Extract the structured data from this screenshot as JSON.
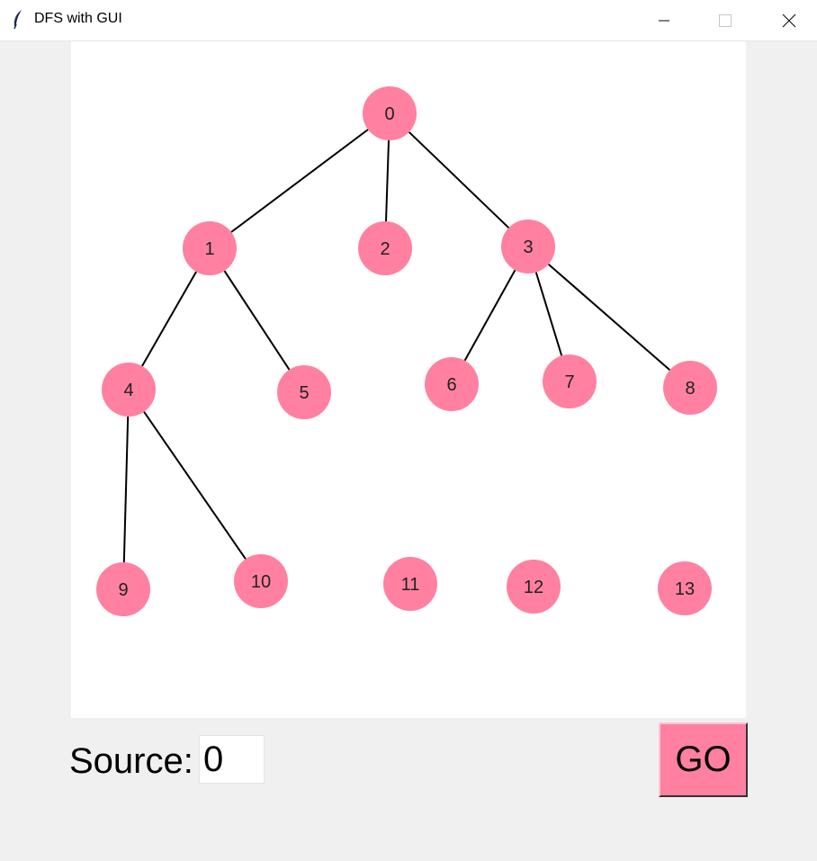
{
  "window": {
    "title": "DFS with GUI",
    "icon": "feather-icon",
    "controls": [
      "minimize-icon",
      "maximize-icon",
      "close-icon"
    ]
  },
  "graph": {
    "node_color": "#ff80a0",
    "edge_color": "#000000",
    "canvas_color": "#ffffff",
    "nodes": [
      "0",
      "1",
      "2",
      "3",
      "4",
      "5",
      "6",
      "7",
      "8",
      "9",
      "10",
      "11",
      "12",
      "13"
    ],
    "edges": [
      [
        "0",
        "1"
      ],
      [
        "0",
        "2"
      ],
      [
        "0",
        "3"
      ],
      [
        "1",
        "4"
      ],
      [
        "1",
        "5"
      ],
      [
        "3",
        "6"
      ],
      [
        "3",
        "7"
      ],
      [
        "3",
        "8"
      ],
      [
        "4",
        "9"
      ],
      [
        "4",
        "10"
      ]
    ]
  },
  "controls": {
    "source_label": "Source:",
    "source_value": "0",
    "go_label": "GO",
    "go_color": "#ff80a0"
  }
}
